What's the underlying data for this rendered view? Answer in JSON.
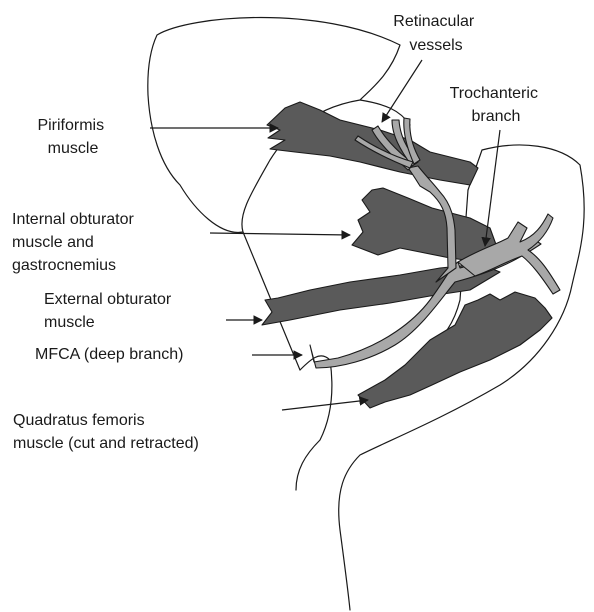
{
  "labels": {
    "retinacular": [
      "Retinacular",
      "vessels"
    ],
    "trochanteric": [
      "Trochanteric",
      "branch"
    ],
    "piriformis": [
      "Piriformis",
      "muscle"
    ],
    "internal_obturator": [
      "Internal obturator",
      "muscle and",
      "gastrocnemius"
    ],
    "external_obturator": [
      "External obturator",
      "muscle"
    ],
    "mfca": [
      "MFCA (deep branch)"
    ],
    "quadratus": [
      "Quadratus femoris",
      "muscle (cut and retracted)"
    ]
  },
  "colors": {
    "muscle": "#5a5a5a",
    "vessel": "#a8a8a8",
    "outline": "#1a1a1a"
  }
}
